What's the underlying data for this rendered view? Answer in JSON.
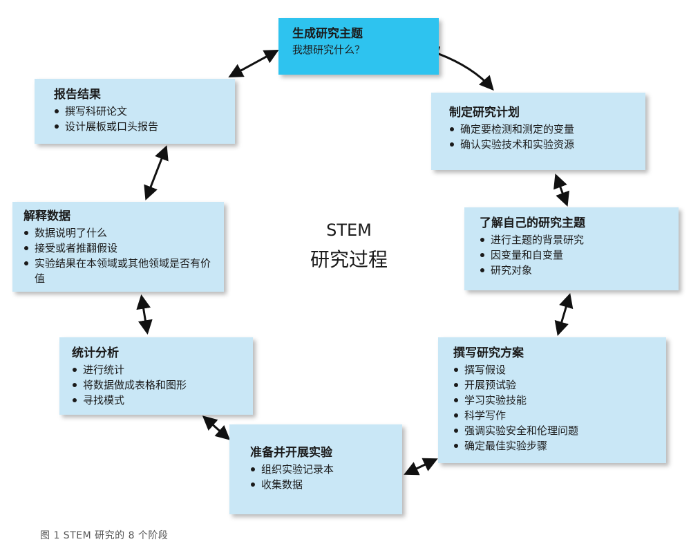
{
  "center": {
    "line1": "STEM",
    "line2": "研究过程"
  },
  "caption": "图 1   STEM 研究的 8 个阶段",
  "colors": {
    "primary_box": "#2ec3ef",
    "box": "#c9e7f6",
    "arrow": "#111111"
  },
  "stages": {
    "topic": {
      "title": "生成研究主题",
      "subtitle": "我想研究什么？"
    },
    "plan": {
      "title": "制定研究计划",
      "items": [
        "确定要检测和测定的变量",
        "确认实验技术和实验资源"
      ]
    },
    "learn": {
      "title": "了解自己的研究主题",
      "items": [
        "进行主题的背景研究",
        "因变量和自变量",
        "研究对象"
      ]
    },
    "proposal": {
      "title": "撰写研究方案",
      "items": [
        "撰写假设",
        "开展预试验",
        "学习实验技能",
        "科学写作",
        "强调实验安全和伦理问题",
        "确定最佳实验步骤"
      ]
    },
    "conduct": {
      "title": "准备并开展实验",
      "items": [
        "组织实验记录本",
        "收集数据"
      ]
    },
    "stats": {
      "title": "统计分析",
      "items": [
        "进行统计",
        "将数据做成表格和图形",
        "寻找模式"
      ]
    },
    "interpret": {
      "title": "解释数据",
      "items": [
        "数据说明了什么",
        "接受或者推翻假设",
        "实验结果在本领域或其他领域是否有价值"
      ]
    },
    "report": {
      "title": "报告结果",
      "items": [
        "撰写科研论文",
        "设计展板或口头报告"
      ]
    }
  }
}
